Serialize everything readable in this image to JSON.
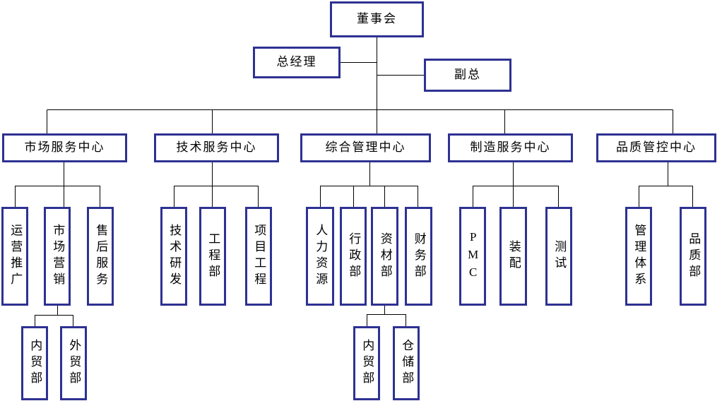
{
  "theme": {
    "box_border_color": "#2E3192",
    "line_color": "#000000",
    "text_color": "#000000",
    "background_color": "#FFFFFF"
  },
  "org": {
    "board": {
      "label": "董事会"
    },
    "general_manager": {
      "label": "总经理"
    },
    "deputy_general_manager": {
      "label": "副总"
    },
    "centers": [
      {
        "label": "市场服务中心",
        "departments": [
          {
            "label": "运营推广"
          },
          {
            "label": "市场营销",
            "children": [
              {
                "label": "内贸部"
              },
              {
                "label": "外贸部"
              }
            ]
          },
          {
            "label": "售后服务"
          }
        ]
      },
      {
        "label": "技术服务中心",
        "departments": [
          {
            "label": "技术研发"
          },
          {
            "label": "工程部"
          },
          {
            "label": "项目工程"
          }
        ]
      },
      {
        "label": "综合管理中心",
        "departments": [
          {
            "label": "人力资源"
          },
          {
            "label": "行政部"
          },
          {
            "label": "资材部",
            "children": [
              {
                "label": "内贸部"
              },
              {
                "label": "仓储部"
              }
            ]
          },
          {
            "label": "财务部"
          }
        ]
      },
      {
        "label": "制造服务中心",
        "departments": [
          {
            "label": "PMC"
          },
          {
            "label": "装配"
          },
          {
            "label": "测试"
          }
        ]
      },
      {
        "label": "品质管控中心",
        "departments": [
          {
            "label": "管理体系"
          },
          {
            "label": "品质部"
          }
        ]
      }
    ]
  }
}
